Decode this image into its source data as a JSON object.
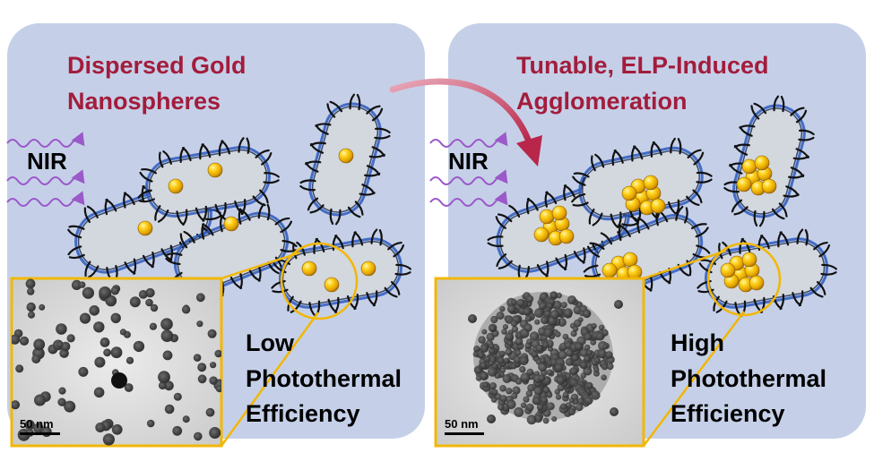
{
  "left_panel": {
    "title_line1": "Dispersed Gold",
    "title_line2": "Nanospheres",
    "nir_label": "NIR",
    "efficiency_line1": "Low",
    "efficiency_line2": "Photothermal",
    "efficiency_line3": "Efficiency",
    "scale_bar": "50 nm"
  },
  "right_panel": {
    "title_line1": "Tunable, ELP-Induced",
    "title_line2": "Agglomeration",
    "nir_label": "NIR",
    "efficiency_line1": "High",
    "efficiency_line2": "Photothermal",
    "efficiency_line3": "Efficiency",
    "scale_bar": "50 nm"
  },
  "colors": {
    "panel_bg": "#c5d0e8",
    "title": "#a31c3c",
    "nir_wave": "#9b59c9",
    "gold": "#f2b705",
    "highlight": "#f2b705",
    "cell_fill": "#d3d7de",
    "elp_outline": "#2d5bbd",
    "text": "#000000",
    "arrow": "#b8264a"
  },
  "icons": {
    "nir_wave": "wavy-arrow-icon",
    "transition_arrow": "curved-arrow-icon",
    "gold_particle": "gold-nanosphere-icon",
    "cell": "elp-coated-cell-icon"
  }
}
